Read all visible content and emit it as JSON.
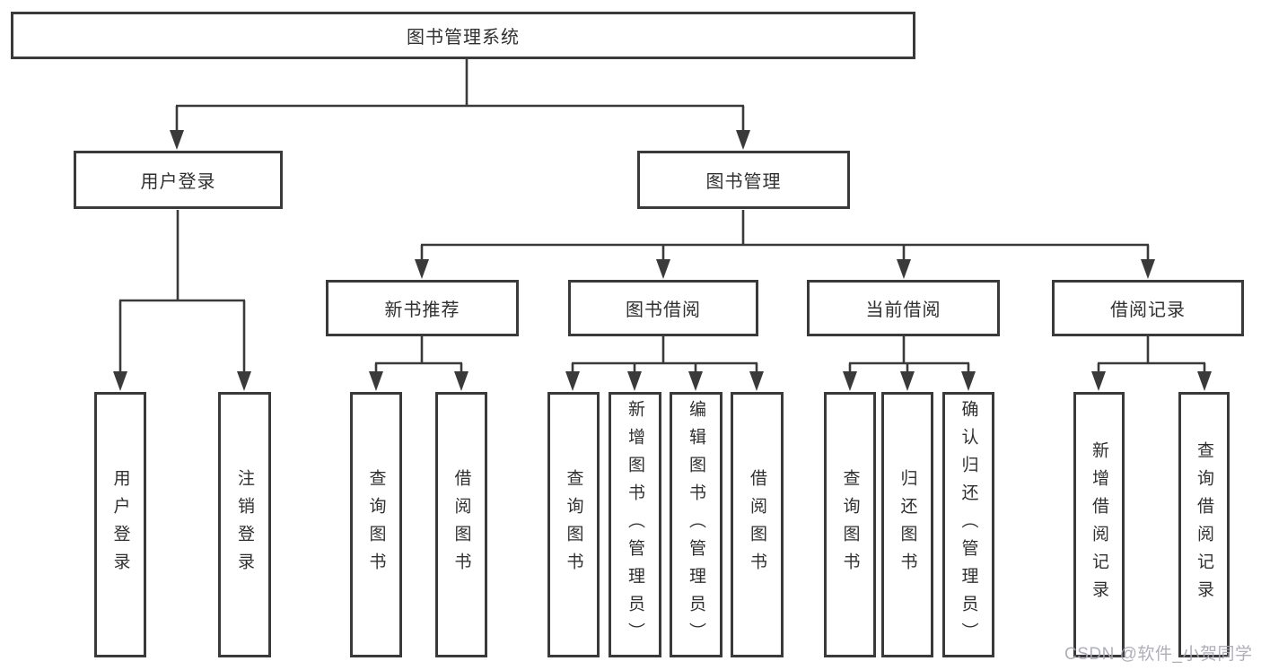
{
  "watermark": {
    "text": "CSDN @软件_小贺同学"
  },
  "colors": {
    "line": "#3a3a3a",
    "box_border": "#3a3a3a",
    "box_fill": "#ffffff",
    "text": "#303030",
    "watermark_text": "#a8a8b4",
    "background": "#ffffff"
  },
  "tree": {
    "root": {
      "label": "图书管理系统",
      "children": [
        {
          "label": "用户登录",
          "children": [
            {
              "label": "用户登录"
            },
            {
              "label": "注销登录"
            }
          ]
        },
        {
          "label": "图书管理",
          "children": [
            {
              "label": "新书推荐",
              "children": [
                {
                  "label": "查询图书"
                },
                {
                  "label": "借阅图书"
                }
              ]
            },
            {
              "label": "图书借阅",
              "children": [
                {
                  "label": "查询图书"
                },
                {
                  "label": "新增图书（管理员）"
                },
                {
                  "label": "编辑图书（管理员）"
                },
                {
                  "label": "借阅图书"
                }
              ]
            },
            {
              "label": "当前借阅",
              "children": [
                {
                  "label": "查询图书"
                },
                {
                  "label": "归还图书"
                },
                {
                  "label": "确认归还（管理员）"
                }
              ]
            },
            {
              "label": "借阅记录",
              "children": [
                {
                  "label": "新增借阅记录"
                },
                {
                  "label": "查询借阅记录"
                }
              ]
            }
          ]
        }
      ]
    }
  }
}
